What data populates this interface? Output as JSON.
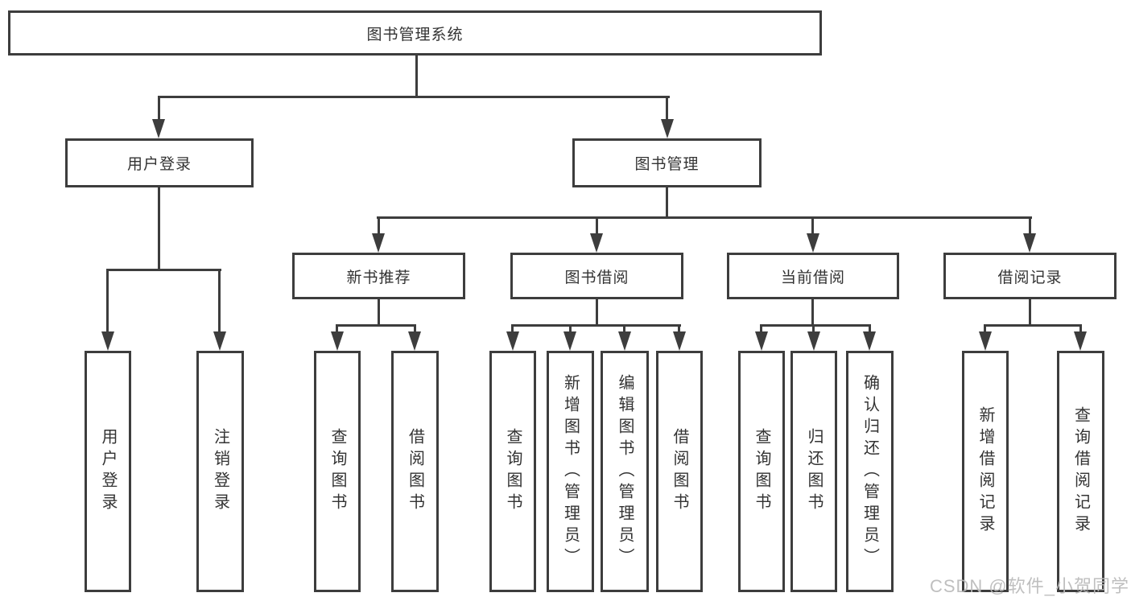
{
  "root": {
    "label": "图书管理系统"
  },
  "level2": {
    "user_login": "用户登录",
    "book_management": "图书管理"
  },
  "level3": {
    "new_book_recommend": "新书推荐",
    "book_borrow": "图书借阅",
    "current_borrow": "当前借阅",
    "borrow_records": "借阅记录"
  },
  "leaves": {
    "user_login": [
      "用户登录",
      "注销登录"
    ],
    "new_book_recommend": [
      "查询图书",
      "借阅图书"
    ],
    "book_borrow": [
      "查询图书",
      "新增图书（管理员）",
      "编辑图书（管理员）",
      "借阅图书"
    ],
    "current_borrow": [
      "查询图书",
      "归还图书",
      "确认归还（管理员）"
    ],
    "borrow_records": [
      "新增借阅记录",
      "查询借阅记录"
    ]
  },
  "watermark": "CSDN @软件_小贺同学",
  "colors": {
    "line": "#3d3d3d",
    "text": "#333333",
    "background": "#ffffff",
    "watermark": "#bababa"
  }
}
